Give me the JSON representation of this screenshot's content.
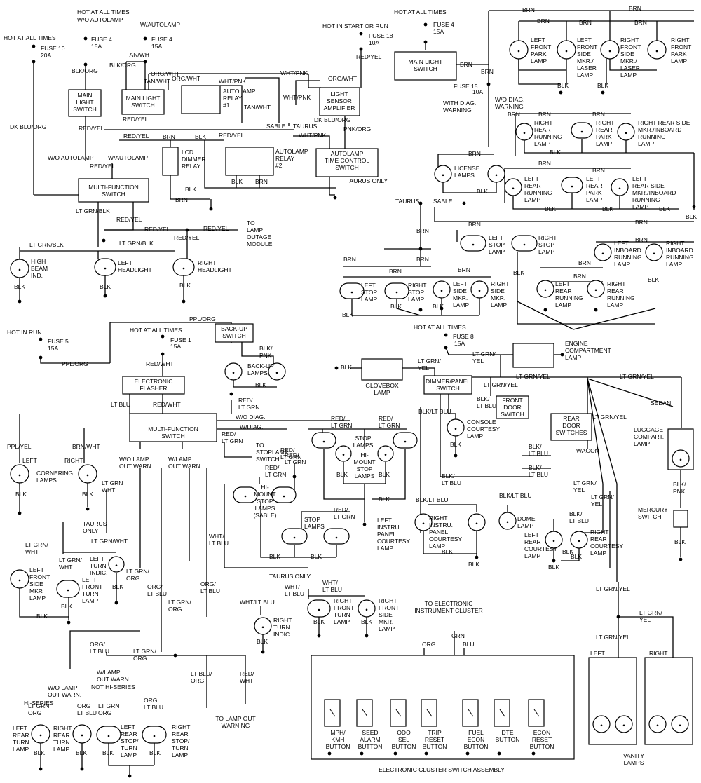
{
  "labels": {
    "hot_all_times_a": "HOT AT ALL TIMES",
    "wo_autolamp_a": "W/O AUTOLAMP",
    "w_autolamp_a": "W/AUTOLAMP",
    "hot_all_times_b": "HOT AT ALL TIMES",
    "fuse10": "FUSE 10",
    "fuse10_amp": "20A",
    "fuse4_a": "FUSE 4",
    "fuse4_a_amp": "15A",
    "fuse4_b": "FUSE 4",
    "fuse4_b_amp": "15A",
    "tan_wht_a": "TAN/WHT",
    "blk_org_a": "BLK/ORG",
    "blk_org_b": "BLK/ORG",
    "org_wht_a": "ORG/WHT",
    "tan_wht_b": "TAN/WHT",
    "org_wht_b": "ORG/WHT",
    "wht_pnk_a": "WHT/PNK",
    "wht_pnk_b": "WHT/PNK",
    "org_wht_c": "ORG/WHT",
    "wht_pnk_c": "WHT/PNK",
    "main_light_switch_a1": "MAIN",
    "main_light_switch_a2": "LIGHT",
    "main_light_switch_a3": "SWITCH",
    "main_light_switch_b1": "MAIN LIGHT",
    "main_light_switch_b2": "SWITCH",
    "autolamp_relay1_a": "AUTOLAMP",
    "autolamp_relay1_b": "RELAY",
    "autolamp_relay1_c": "#1",
    "tan_wht_c": "TAN/WHT",
    "light_sensor_a": "LIGHT",
    "light_sensor_b": "SENSOR",
    "light_sensor_c": "AMPLIFIER",
    "dk_blu_org_a": "DK BLU/ORG",
    "red_yel_a": "RED/YEL",
    "red_yel_b": "RED/YEL",
    "red_yel_c": "RED/YEL",
    "brn_a": "BRN",
    "blk_a": "BLK",
    "sable": "SABLE",
    "taurus_a": "TAURUS",
    "dk_blu_org_b": "DK BLU/ORG",
    "wht_pnk_d": "WHT/PNK",
    "pnk_org": "PNK/ORG",
    "lcd_1": "LCD",
    "lcd_2": "DIMMER",
    "lcd_3": "RELAY",
    "autolamp_relay2_a": "AUTOLAMP",
    "autolamp_relay2_b": "RELAY",
    "autolamp_relay2_c": "#2",
    "autolamp_tc_a": "AUTOLAMP",
    "autolamp_tc_b": "TIME CONTROL",
    "autolamp_tc_c": "SWITCH",
    "wo_autolamp_b": "W/O AUTOLAMP",
    "w_autolamp_b": "W/AUTOLAMP",
    "red_yel_d": "RED/YEL",
    "blk_b": "BLK",
    "brn_b": "BRN",
    "brn_c": "BRN",
    "blk_c": "BLK",
    "taurus_only_a": "TAURUS ONLY",
    "mfs_a1": "MULTI-FUNCTION",
    "mfs_a2": "SWITCH",
    "lt_grn_blk_a": "LT GRN/BLK",
    "red_yel_e": "RED/YEL",
    "red_yel_f": "RED/YEL",
    "red_yel_g": "RED/YEL",
    "to_lamp_outage_1": "TO",
    "to_lamp_outage_2": "LAMP",
    "to_lamp_outage_3": "OUTAGE",
    "to_lamp_outage_4": "MODULE",
    "red_yel_h": "RED/YEL",
    "lt_grn_blk_b": "LT GRN/BLK",
    "lt_grn_blk_c": "LT GRN/BLK",
    "high_beam_1": "HIGH",
    "high_beam_2": "BEAM",
    "high_beam_3": "IND.",
    "left_headlight_1": "LEFT",
    "left_headlight_2": "HEADLIGHT",
    "right_headlight_1": "RIGHT",
    "right_headlight_2": "HEADLIGHT",
    "blk_d": "BLK",
    "blk_e": "BLK",
    "blk_f": "BLK",
    "hot_start_run": "HOT IN START OR RUN",
    "fuse18": "FUSE 18",
    "fuse18_amp": "10A",
    "hot_all_times_c": "HOT AT ALL TIMES",
    "fuse4_c": "FUSE 4",
    "fuse4_c_amp": "15A",
    "main_light_switch_c1": "MAIN LIGHT",
    "main_light_switch_c2": "SWITCH",
    "brn_d": "BRN",
    "brn_e": "BRN",
    "brn_f": "BRN",
    "brn_g": "BRN",
    "brn_h": "BRN",
    "brn_i": "BRN",
    "fuse15": "FUSE 15",
    "fuse15_amp": "10A",
    "wo_diag_warn_1": "W/O DIAG.",
    "wo_diag_warn_2": "WARNING",
    "with_diag_warn_1": "WITH DIAG.",
    "with_diag_warn_2": "WARNING",
    "lf_park_1": "LEFT",
    "lf_park_2": "FRONT",
    "lf_park_3": "PARK",
    "lf_park_4": "LAMP",
    "lf_side_1": "LEFT",
    "lf_side_2": "FRONT",
    "lf_side_3": "SIDE",
    "lf_side_4": "MKR./",
    "lf_side_5": "LASER",
    "lf_side_6": "LAMP",
    "rf_side_1": "RIGHT",
    "rf_side_2": "FRONT",
    "rf_side_3": "SIDE",
    "rf_side_4": "MKR./",
    "rf_side_5": "LASER",
    "rf_side_6": "LAMP",
    "rf_park_1": "RIGHT",
    "rf_park_2": "FRONT",
    "rf_park_3": "PARK",
    "rf_park_4": "LAMP",
    "blk_g": "BLK",
    "blk_h": "BLK",
    "rr_run_1": "RIGHT",
    "rr_run_2": "REAR",
    "rr_run_3": "RUNNING",
    "rr_run_4": "LAMP",
    "rr_park_1": "RIGHT",
    "rr_park_2": "REAR",
    "rr_park_3": "PARK",
    "rr_park_4": "LAMP",
    "rr_side_1": "RIGHT REAR SIDE",
    "rr_side_2": "MKR./INBOARD",
    "rr_side_3": "RUNNING",
    "rr_side_4": "LAMP",
    "license_1": "LICENSE",
    "license_2": "LAMPS",
    "lr_run_1": "LEFT",
    "lr_run_2": "REAR",
    "lr_run_3": "RUNNING",
    "lr_run_4": "LAMP",
    "lr_park_1": "LEFT",
    "lr_park_2": "REAR",
    "lr_park_3": "PARK",
    "lr_park_4": "LAMP",
    "lr_side_1": "LEFT",
    "lr_side_2": "REAR SIDE",
    "lr_side_3": "MKR./INBOARD",
    "lr_side_4": "RUNNING",
    "lr_side_5": "LAMP",
    "blk_i": "BLK",
    "blk_j": "BLK",
    "blk_k": "BLK",
    "blk_l": "BLK",
    "taurus_b": "TAURUS",
    "sable_b": "SABLE",
    "brn_j": "BRN",
    "brn_k": "BRN",
    "l_stop_1": "LEFT",
    "l_stop_2": "STOP",
    "l_stop_3": "LAMP",
    "r_stop_1": "RIGHT",
    "r_stop_2": "STOP",
    "r_stop_3": "LAMP",
    "l_inb_1": "LEFT",
    "l_inb_2": "INBOARD",
    "l_inb_3": "RUNNING",
    "l_inb_4": "LAMP",
    "r_inb_1": "RIGHT",
    "r_inb_2": "INBOARD",
    "r_inb_3": "RUNNING",
    "r_inb_4": "LAMP",
    "brn_l": "BRN",
    "brn_m": "BRN",
    "brn_n": "BRN",
    "brn_o": "BRN",
    "l_stop_b1": "LEFT",
    "l_stop_b2": "STOP",
    "l_stop_b3": "LAMP",
    "r_stop_b1": "RIGHT",
    "r_stop_b2": "STOP",
    "r_stop_b3": "LAMP",
    "l_side_mkr_1": "LEFT",
    "l_side_mkr_2": "SIDE",
    "l_side_mkr_3": "MKR.",
    "l_side_mkr_4": "LAMP",
    "r_side_mkr_1": "RIGHT",
    "r_side_mkr_2": "SIDE",
    "r_side_mkr_3": "MKR.",
    "r_side_mkr_4": "LAMP",
    "lrr_1": "LEFT",
    "lrr_2": "REAR",
    "lrr_3": "RUNNING",
    "lrr_4": "LAMP",
    "rrr_1": "RIGHT",
    "rrr_2": "REAR",
    "rrr_3": "RUNNING",
    "rrr_4": "LAMP",
    "blk_m": "BLK",
    "blk_n": "BLK",
    "blk_o": "BLK",
    "hot_in_run": "HOT IN RUN",
    "fuse5": "FUSE 5",
    "fuse5_amp": "15A",
    "ppl_org_a": "PPL/ORG",
    "ppl_org_b": "PPL/ORG",
    "hot_all_times_d": "HOT AT ALL TIMES",
    "fuse1": "FUSE 1",
    "fuse1_amp": "15A",
    "red_wht_a": "RED/WHT",
    "red_wht_b": "RED/WHT",
    "flasher_1": "ELECTRONIC",
    "flasher_2": "FLASHER",
    "lt_blu": "LT BLU",
    "backup_sw_1": "BACK-UP",
    "backup_sw_2": "SWITCH",
    "blk_pnk_1": "BLK/",
    "blk_pnk_2": "PNK",
    "backup_lamps_1": "BACK-UP",
    "backup_lamps_2": "LAMPS",
    "blk_p": "BLK",
    "red_ltgrn_a1": "RED/",
    "red_ltgrn_a2": "LT GRN",
    "wo_diag": "W/O DIAG.",
    "w_diag": "W/DIAG.",
    "mfs_b1": "MULTI-FUNCTION",
    "mfs_b2": "SWITCH",
    "red_ltgrn_b1": "RED/",
    "red_ltgrn_b2": "LT GRN",
    "to_stoplamp_1": "TO",
    "to_stoplamp_2": "STOPLAMP",
    "to_stoplamp_3": "SWITCH",
    "red_ltgrn_c1": "RED/",
    "red_ltgrn_c2": "LT GRN",
    "red_ltgrn_d1": "RED/",
    "red_ltgrn_d2": "LT GRN",
    "red_ltgrn_e1": "RED/",
    "red_ltgrn_e2": "LT GRN",
    "stop_lamps_a": "STOP",
    "stop_lamps_b": "LAMPS",
    "himount_a1": "HI-",
    "himount_a2": "MOUNT",
    "himount_a3": "STOP",
    "himount_a4": "LAMPS",
    "blk_q": "BLK",
    "blk_r": "BLK",
    "blk_s": "BLK",
    "ppl_yel": "PPL/YEL",
    "brn_wht": "BRN/WHT",
    "left_corner": "LEFT",
    "right_corner": "RIGHT",
    "cornering_1": "CORNERING",
    "cornering_2": "LAMPS",
    "wo_lamp_out_1": "W/O LAMP",
    "wo_lamp_out_2": "OUT WARN.",
    "w_lamp_out_1": "W/LAMP",
    "w_lamp_out_2": "OUT WARN.",
    "blk_t": "BLK",
    "blk_u": "BLK",
    "lt_grn_wht_a1": "LT GRN",
    "lt_grn_wht_a2": "WHT",
    "red_ltgrn_f1": "RED/",
    "red_ltgrn_f2": "LT GRN",
    "red_ltgrn_g1": "RED/",
    "red_ltgrn_g2": "LT GRN",
    "himount_b1": "HI-",
    "himount_b2": "MOUNT",
    "himount_b3": "STOP",
    "himount_b4": "LAMPS",
    "himount_b5": "(SABLE)",
    "red_ltgrn_h1": "RED/",
    "red_ltgrn_h2": "LT GRN",
    "stop_lamps_c1": "STOP",
    "stop_lamps_c2": "LAMPS",
    "taurus_only_b": "TAURUS",
    "taurus_only_c": "ONLY",
    "lt_grn_wht_b": "LT GRN/WHT",
    "lt_grn_wht_c1": "LT GRN/",
    "lt_grn_wht_c2": "WHT",
    "lt_grn_wht_d1": "LT GRN/",
    "lt_grn_wht_d2": "WHT",
    "lf_side_mkr_1": "LEFT",
    "lf_side_mkr_2": "FRONT",
    "lf_side_mkr_3": "SIDE",
    "lf_side_mkr_4": "MKR",
    "lf_side_mkr_5": "LAMP",
    "l_turn_ind_1": "LEFT",
    "l_turn_ind_2": "TURN",
    "l_turn_ind_3": "INDIC.",
    "lf_turn_1": "LEFT",
    "lf_turn_2": "FRONT",
    "lf_turn_3": "TURN",
    "lf_turn_4": "LAMP",
    "lt_grn_org_a1": "LT GRN/",
    "lt_grn_org_a2": "ORG",
    "org_ltblu_a1": "ORG/",
    "org_ltblu_a2": "LT BLU",
    "org_ltblu_b1": "ORG/",
    "org_ltblu_b2": "LT BLU",
    "wht_ltblu_a1": "WHT/",
    "wht_ltblu_a2": "LT BLU",
    "taurus_only_d": "TAURUS ONLY",
    "wht_ltblu_b1": "WHT/",
    "wht_ltblu_b2": "LT BLU",
    "wht_ltblu_c1": "WHT/",
    "wht_ltblu_c2": "LT BLU",
    "blk_v": "BLK",
    "blk_w": "BLK",
    "blk_x": "BLK",
    "wht_ltblu_d": "WHT/LT BLU",
    "rf_turn_1": "RIGHT",
    "rf_turn_2": "FRONT",
    "rf_turn_3": "TURN",
    "rf_turn_4": "LAMP",
    "rf_side_mkr_1": "RIGHT",
    "rf_side_mkr_2": "FRONT",
    "rf_side_mkr_3": "SIDE",
    "rf_side_mkr_4": "MKR.",
    "rf_side_mkr_5": "LAMP",
    "r_turn_ind_1": "RIGHT",
    "r_turn_ind_2": "TURN",
    "r_turn_ind_3": "INDIC.",
    "blk_y": "BLK",
    "blk_z": "BLK",
    "blk_aa": "BLK",
    "lt_grn_org_b1": "LT GRN/",
    "lt_grn_org_b2": "ORG",
    "org_ltblu_c1": "ORG/",
    "org_ltblu_c2": "LT BLU",
    "lt_grn_org_c1": "LT GRN/",
    "lt_grn_org_c2": "ORG",
    "lt_blu_org_1": "LT BLU/",
    "lt_blu_org_2": "ORG",
    "red_wht_c1": "RED/",
    "red_wht_c2": "WHT",
    "wo_lamp_out_b1": "W/O LAMP",
    "wo_lamp_out_b2": "OUT WARN.",
    "w_lamp_out_b1": "W/LAMP",
    "w_lamp_out_b2": "OUT WARN.",
    "hi_series": "HI-SERIES",
    "not_hi_series": "NOT HI-SERIES",
    "to_lamp_out_1": "TO LAMP OUT",
    "to_lamp_out_2": "WARNING",
    "lt_grn_org_d1": "LT GRN",
    "lt_grn_org_d2": "ORG",
    "org_ltblu_d1": "ORG",
    "org_ltblu_d2": "LT BLU",
    "lt_grn_org_e1": "LT GRN",
    "lt_grn_org_e2": "ORG",
    "org_ltblu_e1": "ORG",
    "org_ltblu_e2": "LT BLU",
    "lr_turn_1": "LEFT",
    "lr_turn_2": "REAR",
    "lr_turn_3": "TURN",
    "lr_turn_4": "LAMP",
    "rr_turn_1": "RIGHT",
    "rr_turn_2": "REAR",
    "rr_turn_3": "TURN",
    "rr_turn_4": "LAMP",
    "lr_stop_turn_1": "LEFT",
    "lr_stop_turn_2": "REAR",
    "lr_stop_turn_3": "STOP/",
    "lr_stop_turn_4": "TURN",
    "lr_stop_turn_5": "LAMP",
    "rr_stop_turn_1": "RIGHT",
    "rr_stop_turn_2": "REAR",
    "rr_stop_turn_3": "STOP/",
    "rr_stop_turn_4": "TURN",
    "rr_stop_turn_5": "LAMP",
    "blk_ab": "BLK",
    "blk_ac": "BLK",
    "blk_ad": "BLK",
    "blk_ae": "BLK",
    "hot_all_times_e": "HOT AT ALL TIMES",
    "fuse8": "FUSE 8",
    "fuse8_amp": "15A",
    "lt_grn_yel_a1": "LT GRN/",
    "lt_grn_yel_a2": "YEL",
    "lt_grn_yel_b1": "LT GRN/",
    "lt_grn_yel_b2": "YEL",
    "engine_comp_1": "ENGINE",
    "engine_comp_2": "COMPARTMENT",
    "engine_comp_3": "LAMP",
    "blk_af": "BLK",
    "glovebox": "GLOVEBOX",
    "glovebox_lamp": "LAMP",
    "dimmer_panel_1": "DIMMER/PANEL",
    "dimmer_panel_2": "SWITCH",
    "lt_grn_yel_c": "LT GRN/YEL",
    "lt_grn_yel_d": "LT GRN/YEL",
    "lt_grn_yel_e": "LT GRN/YEL",
    "blk_ltblu_a": "BLK/LT BLU",
    "blk_ltblu_b1": "BLK/",
    "blk_ltblu_b2": "LT BLU",
    "front_door_1": "FRONT",
    "front_door_2": "DOOR",
    "front_door_3": "SWITCH",
    "sedan": "SEDAN",
    "console_1": "CONSOLE",
    "console_2": "COURTESY",
    "console_3": "LAMP",
    "blk_ag": "BLK",
    "rear_door_1": "REAR",
    "rear_door_2": "DOOR",
    "rear_door_3": "SWITCHES",
    "lt_grn_yel_f": "LT GRN/YEL",
    "luggage_1": "LUGGAGE",
    "luggage_2": "COMPART.",
    "luggage_3": "LAMP",
    "blk_ltblu_c1": "BLK/",
    "blk_ltblu_c2": "LT BLU",
    "wagon": "WAGON",
    "blk_ltblu_d1": "BLK/",
    "blk_ltblu_d2": "LT BLU",
    "blk_ltblu_e1": "BLK/",
    "blk_ltblu_e2": "LT BLU",
    "blk_pnk_b1": "BLK/",
    "blk_pnk_b2": "PNK",
    "lt_grn_yel_g1": "LT GRN/",
    "lt_grn_yel_g2": "YEL",
    "lt_grn_yel_h1": "LT GRN/",
    "lt_grn_yel_h2": "YEL",
    "blk_ltblu_f": "BLK/LT BLU",
    "blk_ltblu_g": "BLK/LT BLU",
    "mercury_1": "MERCURY",
    "mercury_2": "SWITCH",
    "lip_1": "LEFT",
    "lip_2": "INSTRU.",
    "lip_3": "PANEL",
    "lip_4": "COURTESY",
    "lip_5": "LAMP",
    "rip_1": "RIGHT",
    "rip_2": "INSTRU.",
    "rip_3": "PANEL",
    "rip_4": "COURTESY",
    "rip_5": "LAMP",
    "dome_1": "DOME",
    "dome_2": "LAMP",
    "blk_ltblu_h1": "BLK/",
    "blk_ltblu_h2": "LT BLU",
    "lrc_1": "LEFT",
    "lrc_2": "REAR",
    "lrc_3": "COURTESY",
    "lrc_4": "LAMP",
    "rrc_1": "RIGHT",
    "rrc_2": "REAR",
    "rrc_3": "COURTESY",
    "rrc_4": "LAMP",
    "blk_ah": "BLK",
    "blk_ai": "BLK",
    "blk_aj": "BLK",
    "blk_ak": "BLK",
    "blk_al": "BLK",
    "to_eic_1": "TO ELECTRONIC",
    "to_eic_2": "INSTRUMENT CLUSTER",
    "org": "ORG",
    "grn": "GRN",
    "blu": "BLU",
    "lt_grn_yel_i": "LT GRN/YEL",
    "lt_grn_yel_j1": "LT GRN/",
    "lt_grn_yel_j2": "YEL",
    "lt_grn_yel_k": "LT GRN/YEL",
    "vanity_left": "LEFT",
    "vanity_right": "RIGHT",
    "vanity_1": "VANITY",
    "vanity_2": "LAMPS",
    "btn_mph_1": "MPH/",
    "btn_mph_2": "KMH",
    "btn_mph_3": "BUTTON",
    "btn_seed_1": "SEED",
    "btn_seed_2": "ALARM",
    "btn_seed_3": "BUTTON",
    "btn_odo_1": "ODO",
    "btn_odo_2": "SEL",
    "btn_odo_3": "BUTTON",
    "btn_trip_1": "TRIP",
    "btn_trip_2": "RESET",
    "btn_trip_3": "BUTTON",
    "btn_fuel_1": "FUEL",
    "btn_fuel_2": "ECON",
    "btn_fuel_3": "BUTTON",
    "btn_dte_1": "DTE",
    "btn_dte_2": "BUTTON",
    "btn_econ_1": "ECON",
    "btn_econ_2": "RESET",
    "btn_econ_3": "BUTTON",
    "cluster_title": "ELECTRONIC CLUSTER SWITCH ASSEMBLY"
  }
}
